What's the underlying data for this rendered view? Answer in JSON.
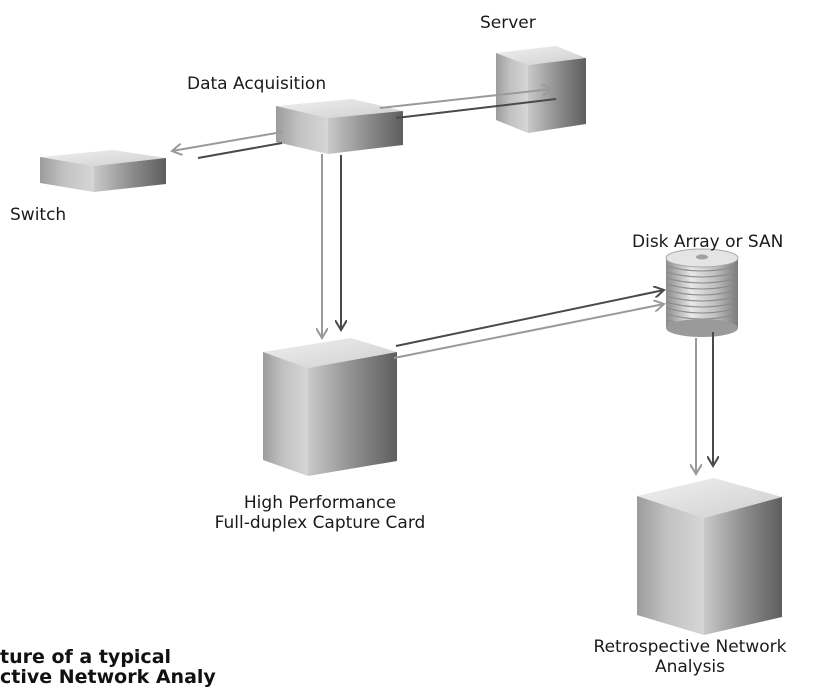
{
  "labels": {
    "server": "Server",
    "data_acquisition": "Data Acquisition",
    "switch": "Switch",
    "disk_array": "Disk Array or SAN",
    "capture_card_line1": "High Performance",
    "capture_card_line2": "Full-duplex Capture Card",
    "retro_line1": "Retrospective Network",
    "retro_line2": "Analysis"
  },
  "caption": {
    "line1": "ture of a typical",
    "line2": "ctive Network Analy"
  },
  "icons": {
    "server": "server-box-icon",
    "data_acquisition": "data-acquisition-box-icon",
    "switch": "switch-box-icon",
    "disk_array": "disk-stack-icon",
    "capture_card": "capture-card-box-icon",
    "retro_analysis": "analysis-box-icon"
  },
  "colors": {
    "box_face": "#b8b8b8",
    "box_top": "#e2e2e2",
    "box_side": "#6e6e6e",
    "arrow_dark": "#4a4a4a",
    "arrow_light": "#9a9a9a"
  }
}
